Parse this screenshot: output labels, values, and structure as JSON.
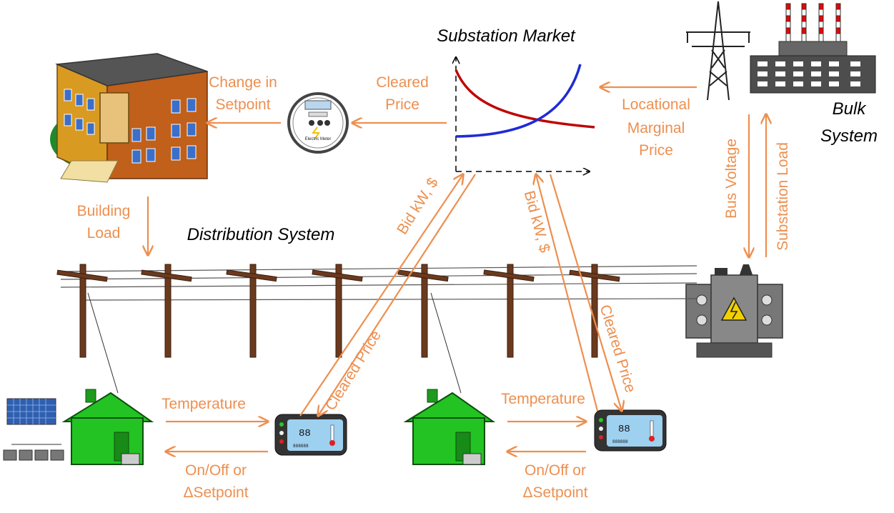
{
  "titles": {
    "substation_market": "Substation Market",
    "distribution_system": "Distribution System",
    "bulk_line1": "Bulk",
    "bulk_line2": "System"
  },
  "labels": {
    "change_in_setpoint_1": "Change in",
    "change_in_setpoint_2": "Setpoint",
    "cleared_price_1": "Cleared",
    "cleared_price_2": "Price",
    "lmp_1": "Locational",
    "lmp_2": "Marginal",
    "lmp_3": "Price",
    "building_load_1": "Building",
    "building_load_2": "Load",
    "bus_voltage": "Bus Voltage",
    "substation_load": "Substation Load",
    "bid_left": "Bid kW, $",
    "bid_right": "Bid kW, $",
    "cleared_price_diag_left": "Cleared Price",
    "cleared_price_diag_right": "Cleared Price",
    "temperature_left": "Temperature",
    "temperature_right": "Temperature",
    "onoff_left_1": "On/Off or",
    "onoff_left_2": "ΔSetpoint",
    "onoff_right_1": "On/Off or",
    "onoff_right_2": "ΔSetpoint"
  },
  "devices": {
    "meter_text": "Electric Meter",
    "thermostat_display": "88",
    "thermostat_small": "888888"
  },
  "colors": {
    "arrow": "#ed8f4f",
    "supply_curve": "#1f2bd6",
    "demand_curve": "#c00000",
    "house": "#22c322",
    "pole": "#6b3a1e"
  }
}
